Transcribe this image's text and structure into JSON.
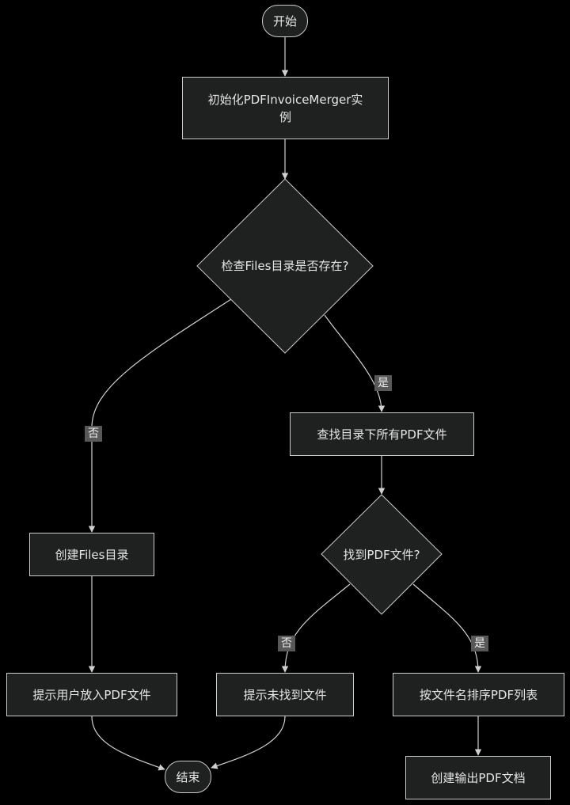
{
  "colors": {
    "background": "#000000",
    "node_fill": "#1f2020",
    "node_stroke": "#cccccc",
    "edge": "#d0d0d0",
    "text": "#e6e6e6",
    "edge_label_bg": "#585858"
  },
  "nodes": {
    "start": "开始",
    "init": "初始化PDFInvoiceMerger实例",
    "check_dir": "检查Files目录是否存在?",
    "find_pdfs": "查找目录下所有PDF文件",
    "create_dir": "创建Files目录",
    "found_pdf": "找到PDF文件?",
    "prompt_put": "提示用户放入PDF文件",
    "prompt_notfound": "提示未找到文件",
    "sort_list": "按文件名排序PDF列表",
    "end": "结束",
    "create_output": "创建输出PDF文档"
  },
  "edge_labels": {
    "dir_yes": "是",
    "dir_no": "否",
    "found_no": "否",
    "found_yes": "是"
  }
}
